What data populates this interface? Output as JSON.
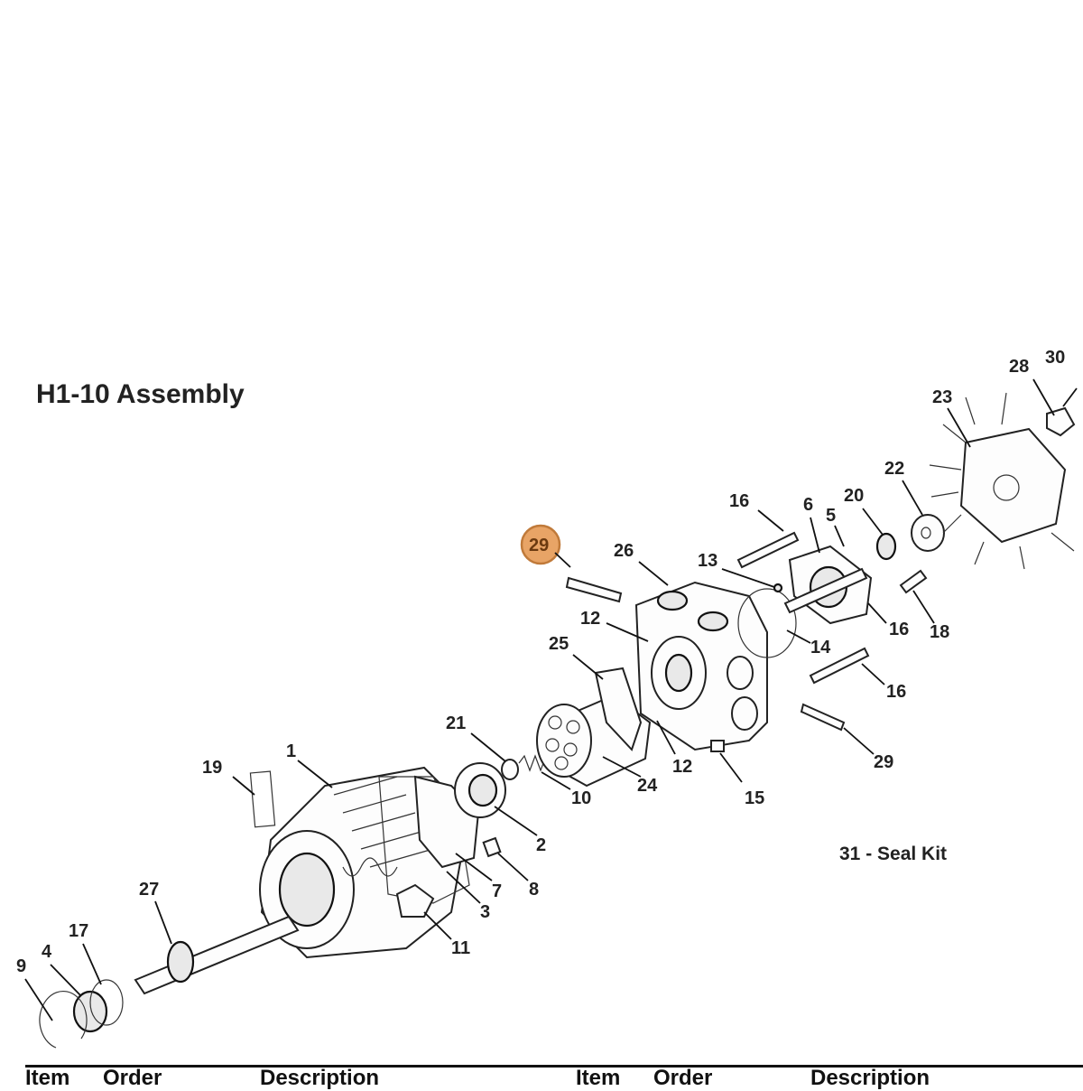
{
  "title": "H1-10 Assembly",
  "seal_kit_note": "31 - Seal Kit",
  "highlighted_callout": "29",
  "highlight_color": "#e8a466",
  "callouts": [
    "1",
    "2",
    "3",
    "4",
    "5",
    "6",
    "7",
    "8",
    "9",
    "10",
    "11",
    "12",
    "12",
    "13",
    "14",
    "15",
    "16",
    "16",
    "16",
    "17",
    "18",
    "19",
    "20",
    "21",
    "22",
    "23",
    "24",
    "25",
    "26",
    "27",
    "28",
    "29",
    "29",
    "30"
  ],
  "table_headers": {
    "left": {
      "item": "Item",
      "order": "Order",
      "description": "Description"
    },
    "right": {
      "item": "Item",
      "order": "Order",
      "description": "Description"
    }
  }
}
